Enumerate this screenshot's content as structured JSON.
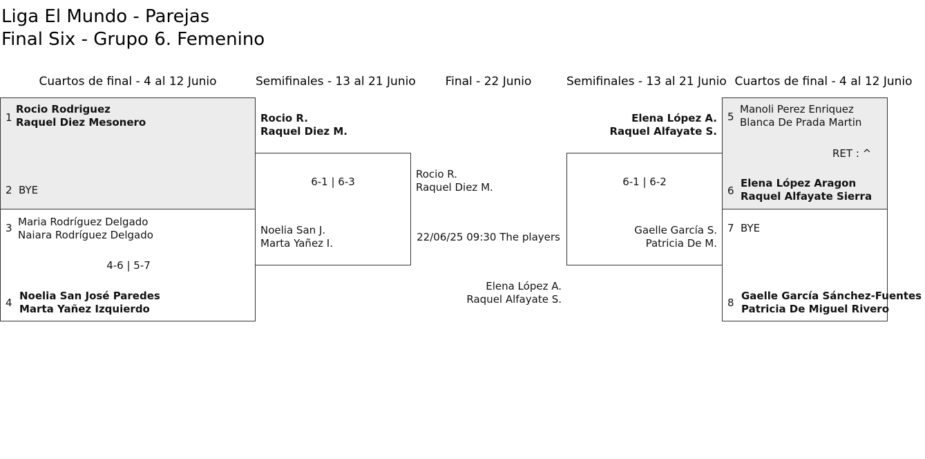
{
  "header": {
    "title_line1": "Liga El Mundo - Parejas",
    "title_line2": "Final Six - Grupo 6. Femenino"
  },
  "rounds": {
    "qf_left": "Cuartos de final - 4 al 12 Junio",
    "sf_left": "Semifinales - 13 al 21 Junio",
    "final": "Final - 22 Junio",
    "sf_right": "Semifinales - 13 al 21 Junio",
    "qf_right": "Cuartos de final - 4 al 12 Junio"
  },
  "quarterfinals_left": [
    {
      "seed_a": "1",
      "a1": "Rocio Rodriguez",
      "a2": "Raquel Diez Mesonero",
      "seed_b": "2",
      "b1": "BYE",
      "score": ""
    },
    {
      "seed_a": "3",
      "a1": "Maria Rodríguez Delgado",
      "a2": "Naiara Rodríguez Delgado",
      "seed_b": "4",
      "b1": "Noelia San José Paredes",
      "b2": "Marta Yañez Izquierdo",
      "score": "4-6 | 5-7"
    }
  ],
  "quarterfinals_right": [
    {
      "seed_a": "5",
      "a1": "Manoli Perez Enriquez",
      "a2": "Blanca De Prada Martin",
      "seed_b": "6",
      "b1": "Elena López Aragon",
      "b2": "Raquel Alfayate Sierra",
      "score": "RET : ^"
    },
    {
      "seed_a": "7",
      "a1": "BYE",
      "seed_b": "8",
      "b1": "Gaelle García Sánchez-Fuentes",
      "b2": "Patricia De Miguel Rivero",
      "score": ""
    }
  ],
  "semifinal_left": {
    "a1": "Rocio R.",
    "a2": "Raquel Diez M.",
    "score": "6-1 | 6-3",
    "b1": "Noelia San J.",
    "b2": "Marta Yañez I."
  },
  "semifinal_right": {
    "a1": "Elena López A.",
    "a2": "Raquel Alfayate S.",
    "score": "6-1 | 6-2",
    "b1": "Gaelle García S.",
    "b2": "Patricia De M."
  },
  "final": {
    "a1": "Rocio R.",
    "a2": "Raquel Diez M.",
    "info": "22/06/25 09:30 The players",
    "b1": "Elena López A.",
    "b2": "Raquel Alfayate S."
  }
}
